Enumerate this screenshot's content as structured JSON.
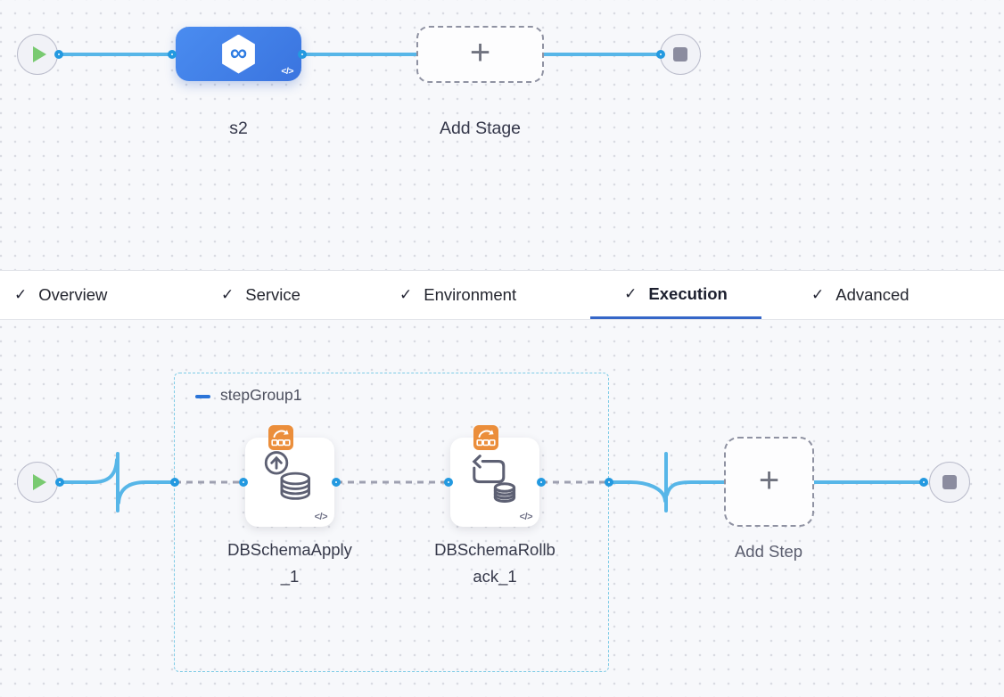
{
  "stage_graph": {
    "start_node": {
      "icon": "play"
    },
    "end_node": {
      "icon": "stop"
    },
    "stage": {
      "name": "s2",
      "icon": "harness-hexagon-infinity",
      "icon_glyph": "∞",
      "code_glyph": "</>"
    },
    "add_stage": {
      "label": "Add Stage",
      "plus_glyph": "+"
    }
  },
  "tabs": [
    {
      "label": "Overview",
      "check_glyph": "✓",
      "active": false
    },
    {
      "label": "Service",
      "check_glyph": "✓",
      "active": false
    },
    {
      "label": "Environment",
      "check_glyph": "✓",
      "active": false
    },
    {
      "label": "Execution",
      "check_glyph": "✓",
      "active": true
    },
    {
      "label": "Advanced",
      "check_glyph": "✓",
      "active": false
    }
  ],
  "execution_graph": {
    "start_node": {
      "icon": "play"
    },
    "end_node": {
      "icon": "stop"
    },
    "step_group": {
      "title": "stepGroup1",
      "collapse_icon": "minus"
    },
    "steps": [
      {
        "label": "DBSchemaApply_1",
        "icon": "db-schema-apply",
        "badge_icon": "rollback-steps-orange",
        "code_glyph": "</>"
      },
      {
        "label": "DBSchemaRollback_1",
        "icon": "db-schema-rollback",
        "badge_icon": "rollback-steps-orange",
        "code_glyph": "</>"
      }
    ],
    "add_step": {
      "label": "Add Step",
      "plus_glyph": "+"
    }
  },
  "colors": {
    "canvas_bg": "#f7f8fb",
    "grid_dot": "#d9dbe2",
    "line_blue": "#57b6e8",
    "port_blue": "#2399e0",
    "stage_blue": "#3f7fe6",
    "active_tab_underline": "#3566c8",
    "badge_orange": "#eb8e3b",
    "play_green": "#79ca71",
    "stop_gray": "#8b8c9f",
    "group_border_blue": "#7ecbe6"
  }
}
